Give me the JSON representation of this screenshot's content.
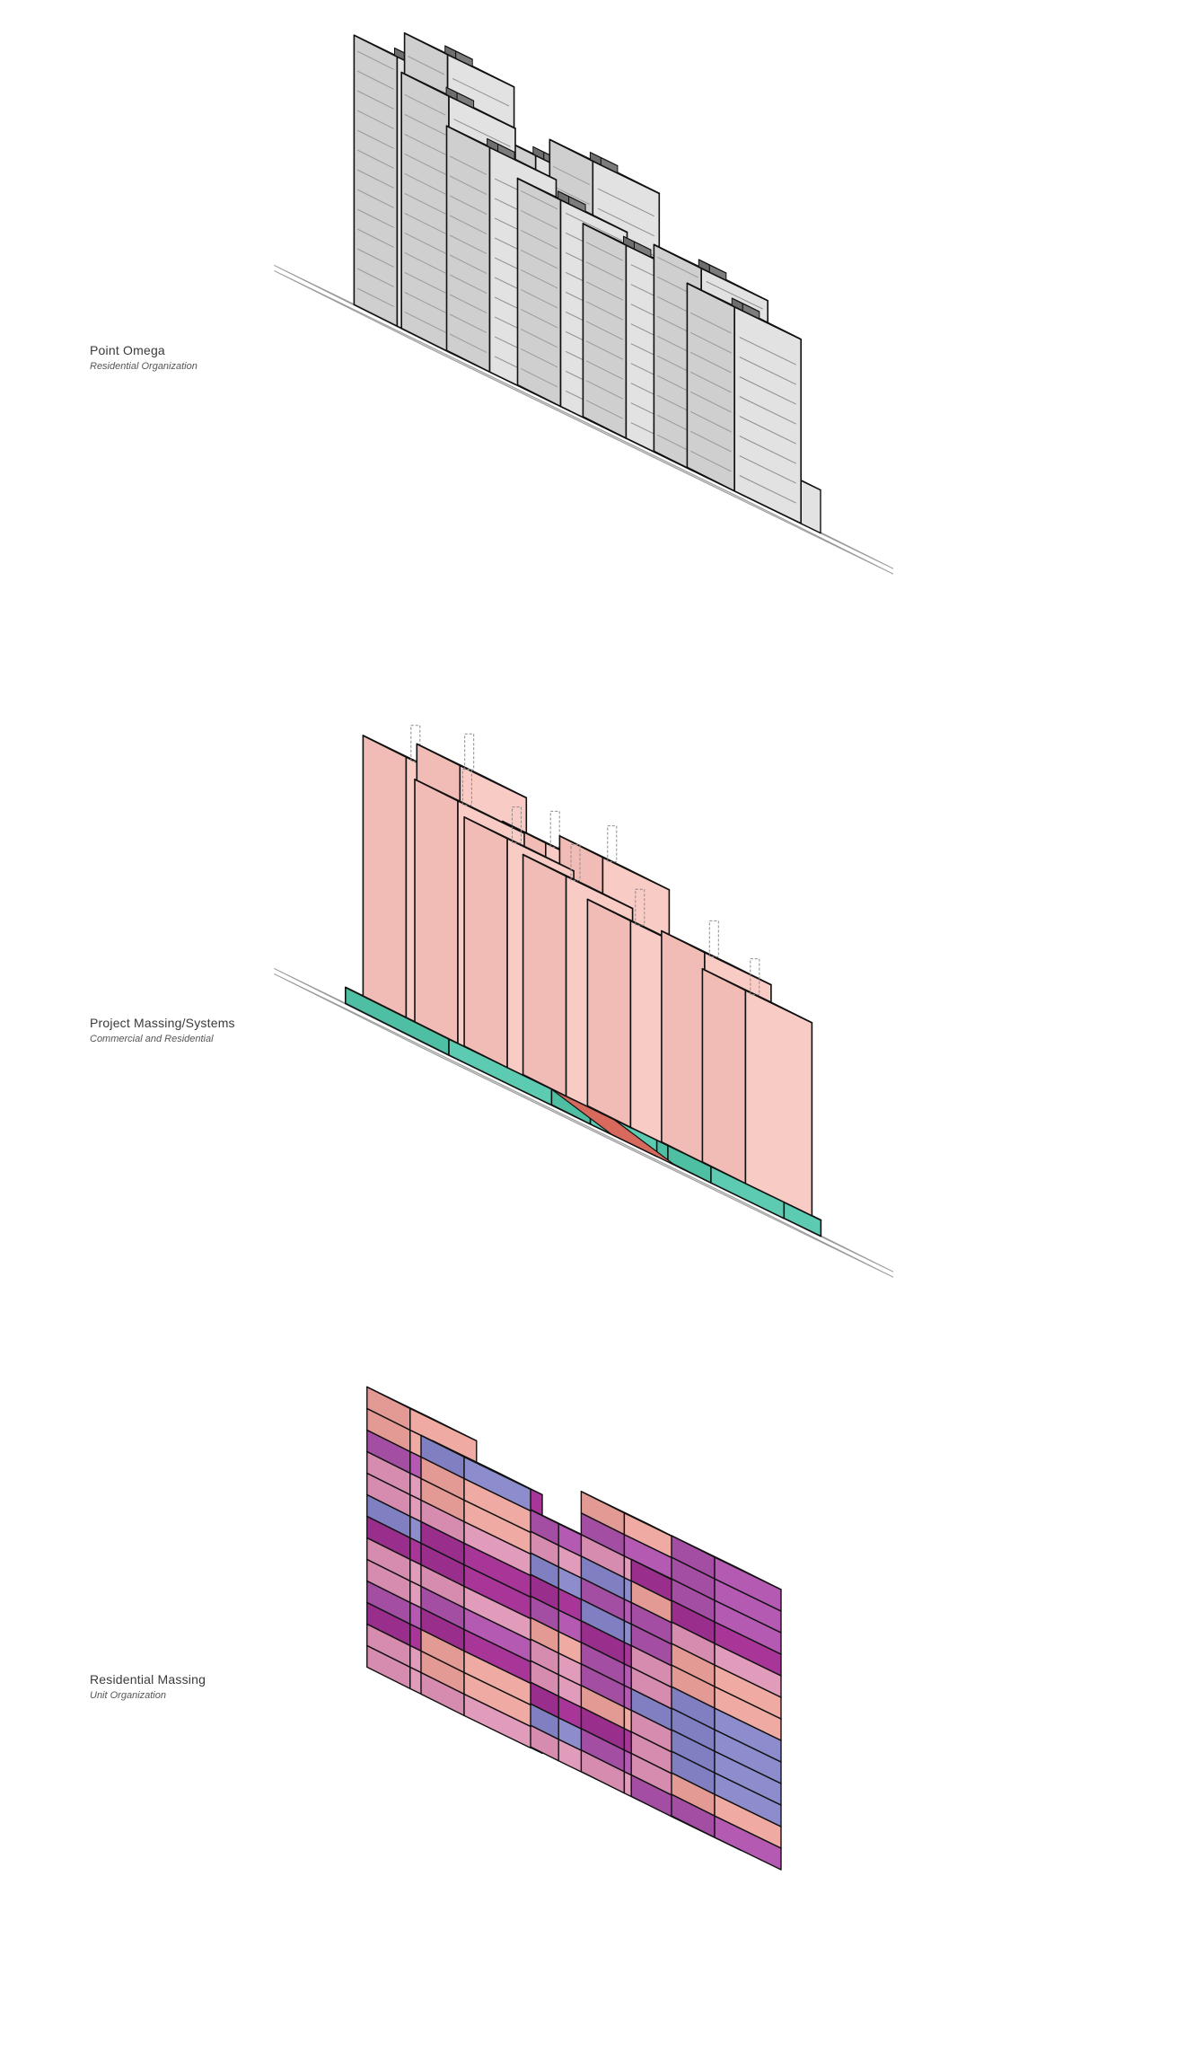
{
  "diagrams": [
    {
      "title": "Point Omega",
      "subtitle": "Residential Organization"
    },
    {
      "title": "Project Massing/Systems",
      "subtitle": "Commercial and Residential"
    },
    {
      "title": "Residential Massing",
      "subtitle": "Unit Organization"
    }
  ],
  "colors": {
    "ink": "#111111",
    "ground": "#e6e6e6",
    "ground_edge": "#9a9a9a",
    "white_top": "#f1f1f1",
    "white_left": "#cfcfcf",
    "white_right": "#e2e2e2",
    "tower_top": "#f7d0cc",
    "tower_left": "#f2bcb6",
    "tower_right": "#f8cbc5",
    "podium_top": "#6fd3bb",
    "podium_left": "#4fbfa4",
    "podium_right": "#5ccbb1",
    "ramp": "#d86a5d",
    "unit_magenta": "#b940a8",
    "unit_purple": "#c666c2",
    "unit_pink": "#eaa7c6",
    "unit_salmon": "#f4b4ae",
    "unit_lilac": "#9b9bd8"
  }
}
